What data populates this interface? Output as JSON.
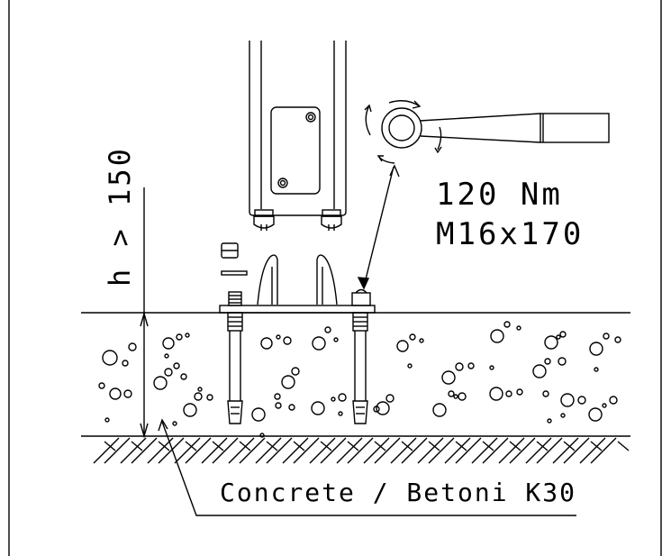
{
  "torque_label": "120 Nm",
  "bolt_label": "M16x170",
  "depth_label": "h > 150",
  "concrete_label": "Concrete / Betoni K30",
  "colors": {
    "line": "#000000",
    "background": "#ffffff"
  }
}
